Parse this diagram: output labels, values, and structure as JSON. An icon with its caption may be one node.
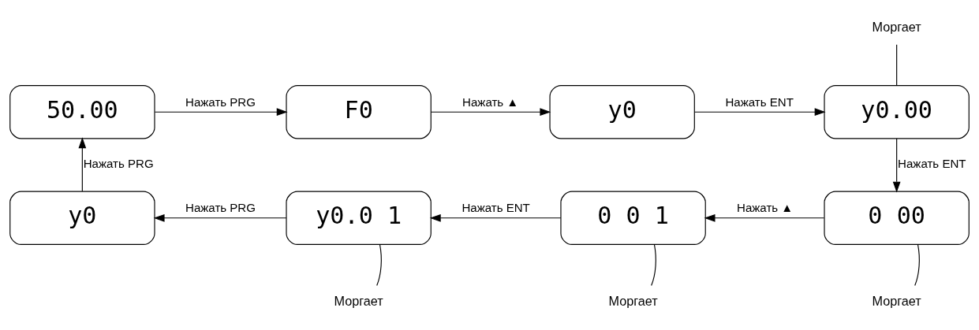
{
  "diagram": {
    "nodes": [
      {
        "text": [
          "50.00"
        ]
      },
      {
        "text": [
          "F0"
        ]
      },
      {
        "text": [
          "y0"
        ]
      },
      {
        "text": [
          "y0.00"
        ]
      },
      {
        "text": [
          "0 00"
        ]
      },
      {
        "text": [
          "0 0 1"
        ]
      },
      {
        "text": [
          "y0.0 1"
        ]
      },
      {
        "text": [
          "y0"
        ]
      },
      {
        "text": [
          "Моргает"
        ]
      },
      {
        "text": [
          "Моргает"
        ]
      },
      {
        "text": [
          "Моргает"
        ]
      },
      {
        "text": [
          "Моргает"
        ]
      }
    ],
    "edges": [
      {
        "from": 0,
        "to": 1,
        "arrow": "to",
        "label": "Нажать PRG"
      },
      {
        "from": 1,
        "to": 2,
        "arrow": "to",
        "label": "Нажать ▲"
      },
      {
        "from": 2,
        "to": 3,
        "arrow": "to",
        "label": "Нажать ENT"
      },
      {
        "from": 3,
        "to": 4,
        "arrow": "to",
        "label": "Нажать ENT"
      },
      {
        "from": 4,
        "to": 5,
        "arrow": "to",
        "label": "Нажать ▲"
      },
      {
        "from": 5,
        "to": 6,
        "arrow": "to",
        "label": "Нажать ENT"
      },
      {
        "from": 6,
        "to": 7,
        "arrow": "to",
        "label": "Нажать PRG"
      },
      {
        "from": 7,
        "to": 0,
        "arrow": "to",
        "label": "Нажать PRG"
      },
      {
        "from": 8,
        "to": 3,
        "arrow": "none"
      },
      {
        "from": 9,
        "to": 4,
        "arrow": "none"
      },
      {
        "from": 10,
        "to": 5,
        "arrow": "none"
      },
      {
        "from": 11,
        "to": 6,
        "arrow": "none"
      }
    ]
  }
}
